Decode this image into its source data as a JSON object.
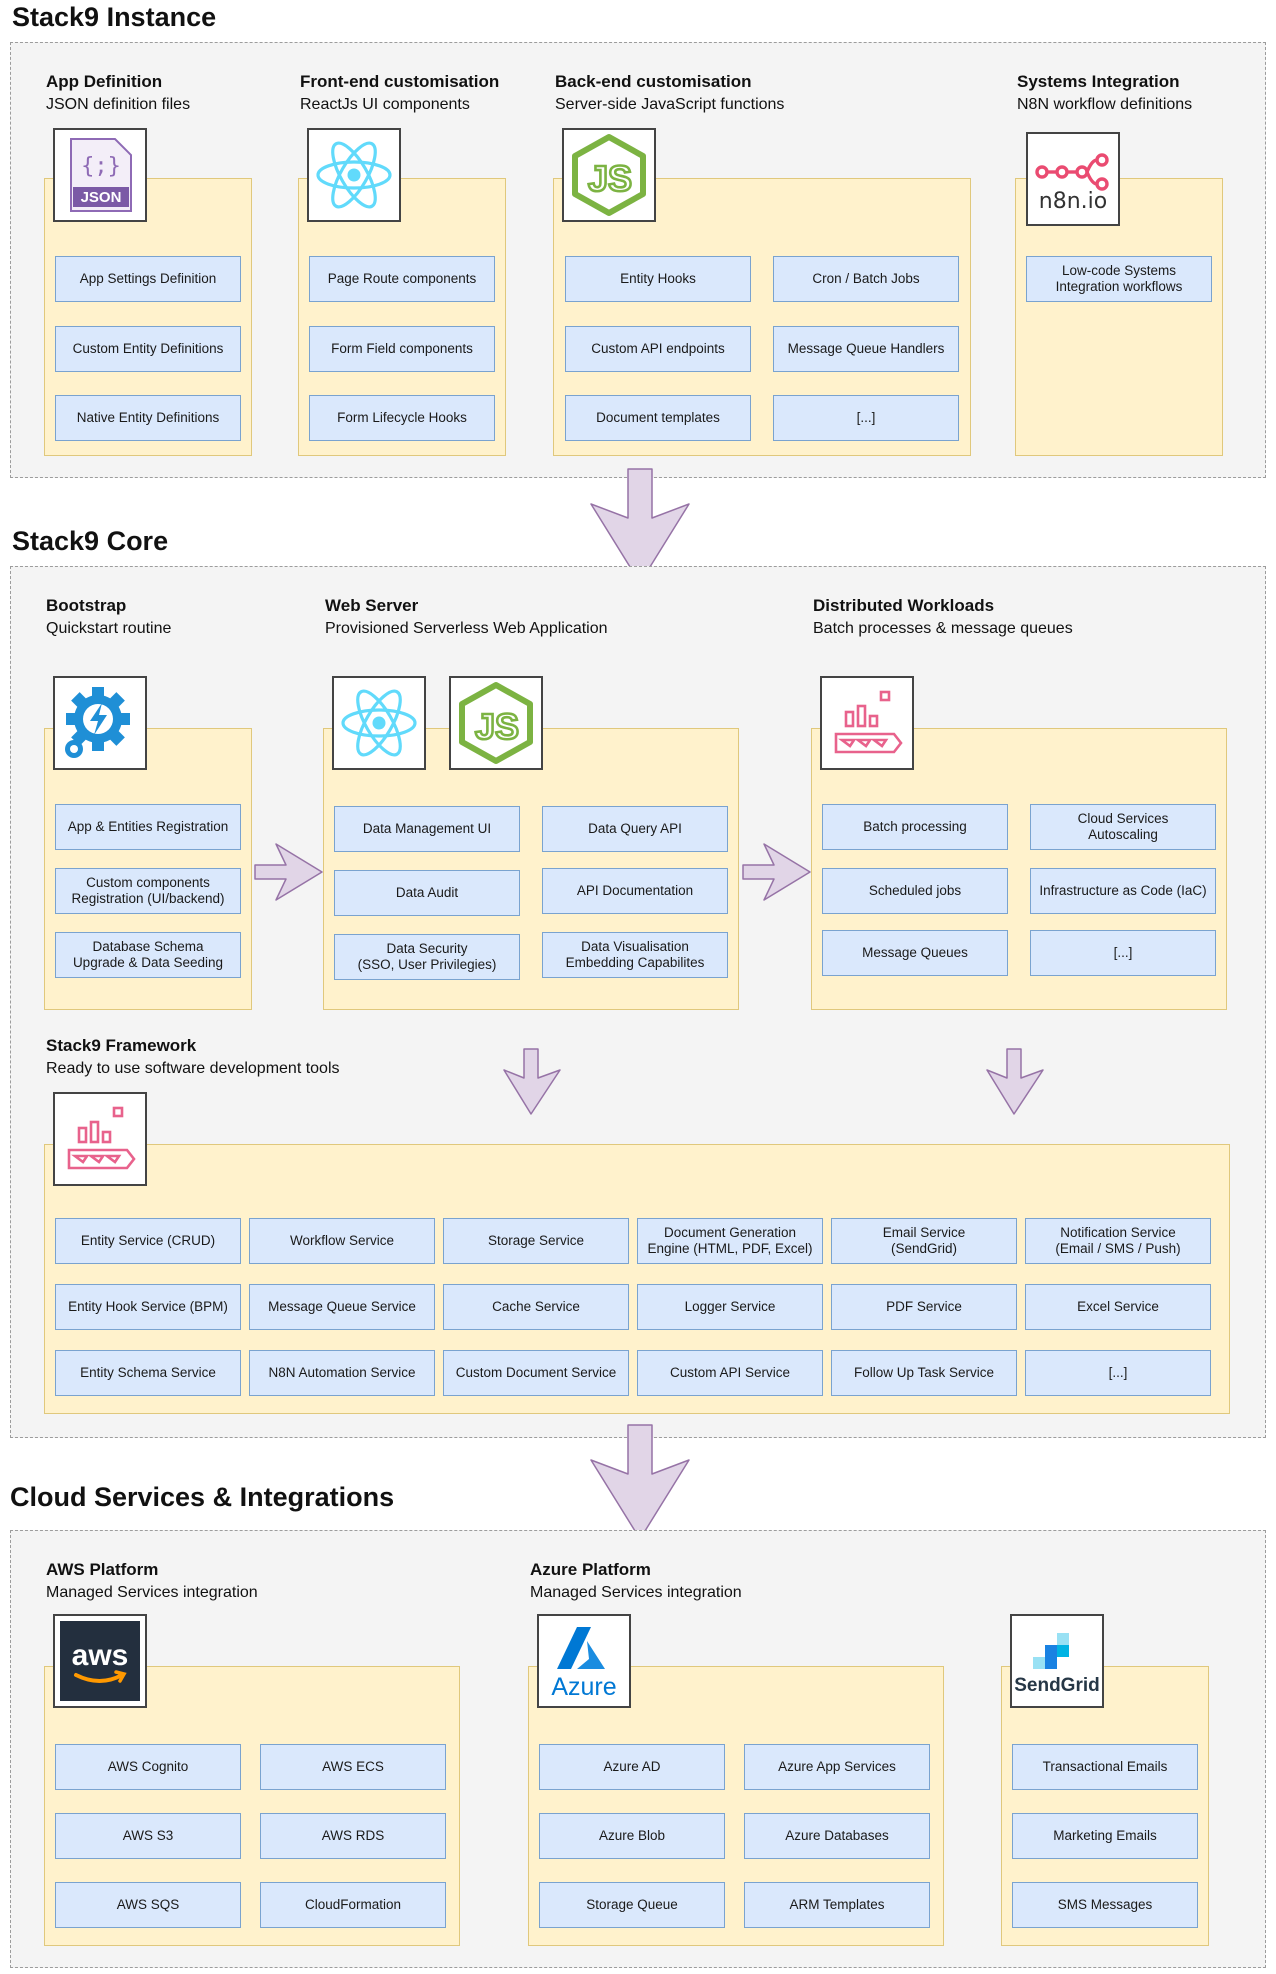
{
  "sections": {
    "instance": "Stack9 Instance",
    "core": "Stack9 Core",
    "cloud": "Cloud Services & Integrations"
  },
  "instance": {
    "app_definition": {
      "title": "App Definition",
      "subtitle": "JSON definition files",
      "logo": "JSON",
      "logo_icon": "json-file-icon",
      "items": [
        "App Settings Definition",
        "Custom Entity Definitions",
        "Native Entity Definitions"
      ]
    },
    "frontend": {
      "title": "Front-end customisation",
      "subtitle": "ReactJs UI components",
      "logo_icon": "react-icon",
      "items": [
        "Page Route components",
        "Form Field components",
        "Form Lifecycle Hooks"
      ]
    },
    "backend": {
      "title": "Back-end customisation",
      "subtitle": "Server-side JavaScript functions",
      "logo_icon": "nodejs-icon",
      "logo": "JS",
      "items": [
        "Entity Hooks",
        "Cron / Batch Jobs",
        "Custom API endpoints",
        "Message Queue Handlers",
        "Document templates",
        "[...]"
      ]
    },
    "systems": {
      "title": "Systems Integration",
      "subtitle": "N8N workflow definitions",
      "logo": "n8n.io",
      "logo_icon": "n8n-icon",
      "items": [
        "Low-code Systems\nIntegration workflows"
      ]
    }
  },
  "core": {
    "bootstrap": {
      "title": "Bootstrap",
      "subtitle": "Quickstart routine",
      "logo_icon": "gear-lightning-icon",
      "items": [
        "App & Entities Registration",
        "Custom components\nRegistration (UI/backend)",
        "Database Schema\nUpgrade & Data Seeding"
      ]
    },
    "webserver": {
      "title": "Web Server",
      "subtitle": "Provisioned Serverless Web Application",
      "logo_icons": [
        "react-icon",
        "nodejs-icon"
      ],
      "logo": "JS",
      "items": [
        "Data Management UI",
        "Data Query API",
        "Data Audit",
        "API Documentation",
        "Data Security\n(SSO, User Privilegies)",
        "Data Visualisation\nEmbedding Capabilites"
      ]
    },
    "workloads": {
      "title": "Distributed Workloads",
      "subtitle": "Batch processes & message queues",
      "logo_icon": "message-queue-icon",
      "items": [
        "Batch processing",
        "Cloud Services\nAutoscaling",
        "Scheduled jobs",
        "Infrastructure as Code (IaC)",
        "Message Queues",
        "[...]"
      ]
    },
    "framework": {
      "title": "Stack9 Framework",
      "subtitle": "Ready to use software development tools",
      "logo_icon": "message-queue-icon",
      "items": [
        "Entity Service (CRUD)",
        "Workflow Service",
        "Storage Service",
        "Document Generation\nEngine (HTML, PDF, Excel)",
        "Email Service\n(SendGrid)",
        "Notification Service\n(Email / SMS / Push)",
        "Entity Hook Service (BPM)",
        "Message Queue Service",
        "Cache Service",
        "Logger Service",
        "PDF Service",
        "Excel Service",
        "Entity Schema Service",
        "N8N Automation Service",
        "Custom Document Service",
        "Custom API Service",
        "Follow Up Task Service",
        "[...]"
      ]
    }
  },
  "cloud": {
    "aws": {
      "title": "AWS Platform",
      "subtitle": "Managed Services integration",
      "logo": "aws",
      "logo_icon": "aws-icon",
      "items": [
        "AWS Cognito",
        "AWS ECS",
        "AWS S3",
        "AWS RDS",
        "AWS SQS",
        "CloudFormation"
      ]
    },
    "azure": {
      "title": "Azure Platform",
      "subtitle": "Managed Services integration",
      "logo": "Azure",
      "logo_icon": "azure-icon",
      "items": [
        "Azure AD",
        "Azure App Services",
        "Azure Blob",
        "Azure Databases",
        "Storage Queue",
        "ARM Templates"
      ]
    },
    "sendgrid": {
      "logo": "SendGrid",
      "logo_icon": "sendgrid-icon",
      "items": [
        "Transactional Emails",
        "Marketing Emails",
        "SMS Messages"
      ]
    }
  },
  "colors": {
    "panel_fill": "#fff2cc",
    "box_fill": "#dae8fc",
    "arrow_fill": "#e1d5e7",
    "arrow_stroke": "#9673a6"
  }
}
